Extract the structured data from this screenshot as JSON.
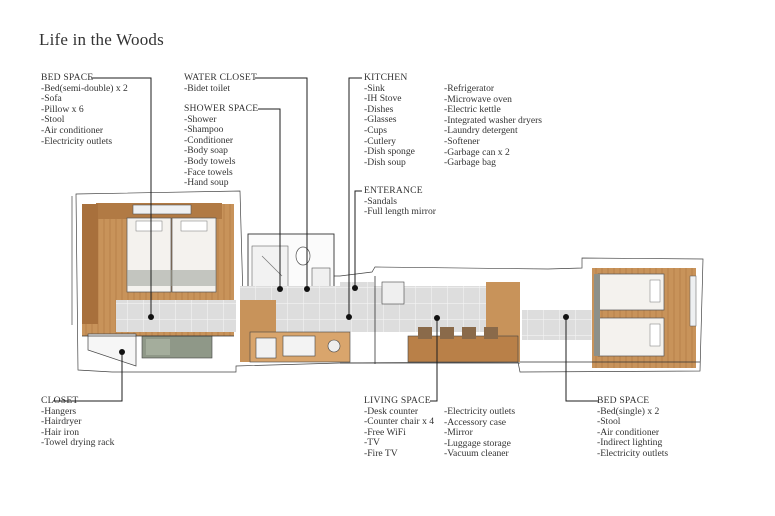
{
  "title": "Life in the Woods",
  "labels": {
    "bed_space_left": {
      "heading": "BED SPACE",
      "items": [
        "-Bed(semi-double) x 2",
        "-Sofa",
        "-Pillow x 6",
        "-Stool",
        "-Air conditioner",
        "-Electricity outlets"
      ]
    },
    "water_closet": {
      "heading": "WATER CLOSET",
      "items": [
        "-Bidet toilet"
      ]
    },
    "shower_space": {
      "heading": "SHOWER SPACE",
      "items": [
        "-Shower",
        "-Shampoo",
        "-Conditioner",
        "-Body soap",
        "-Body towels",
        "-Face towels",
        "-Hand soup"
      ]
    },
    "kitchen": {
      "heading": "KITCHEN",
      "items_col1": [
        "-Sink",
        "-IH Stove",
        "-Dishes",
        "-Glasses",
        "-Cups",
        "-Cutlery",
        "-Dish sponge",
        "-Dish soup"
      ],
      "items_col2": [
        "-Refrigerator",
        "-Microwave oven",
        "-Electric kettle",
        "-Integrated washer dryers",
        "-Laundry detergent",
        "-Softener",
        "-Garbage can x 2",
        "-Garbage bag"
      ]
    },
    "enterance": {
      "heading": "ENTERANCE",
      "items": [
        "-Sandals",
        "-Full length mirror"
      ]
    },
    "closet": {
      "heading": "CLOSET",
      "items": [
        "-Hangers",
        "-Hairdryer",
        "-Hair iron",
        "-Towel drying rack"
      ]
    },
    "living_space": {
      "heading": "LIVING SPACE",
      "items_col1": [
        "-Desk counter",
        "-Counter chair x 4",
        "-Free WiFi",
        "-TV",
        "-Fire TV"
      ],
      "items_col2": [
        "-Electricity outlets",
        "-Accessory case",
        "-Mirror",
        "-Luggage storage",
        "-Vacuum cleaner"
      ]
    },
    "bed_space_right": {
      "heading": "BED SPACE",
      "items": [
        "-Bed(single) x 2",
        "-Stool",
        "-Air conditioner",
        "-Indirect lighting",
        "-Electricity outlets"
      ]
    }
  },
  "colors": {
    "wood": "#c8935a",
    "wood_dark": "#a8703c",
    "floor_tile": "#dcdcdc",
    "bedding": "#f3f1ee",
    "line": "#1e1e1e",
    "sofa": "#8f9888"
  }
}
